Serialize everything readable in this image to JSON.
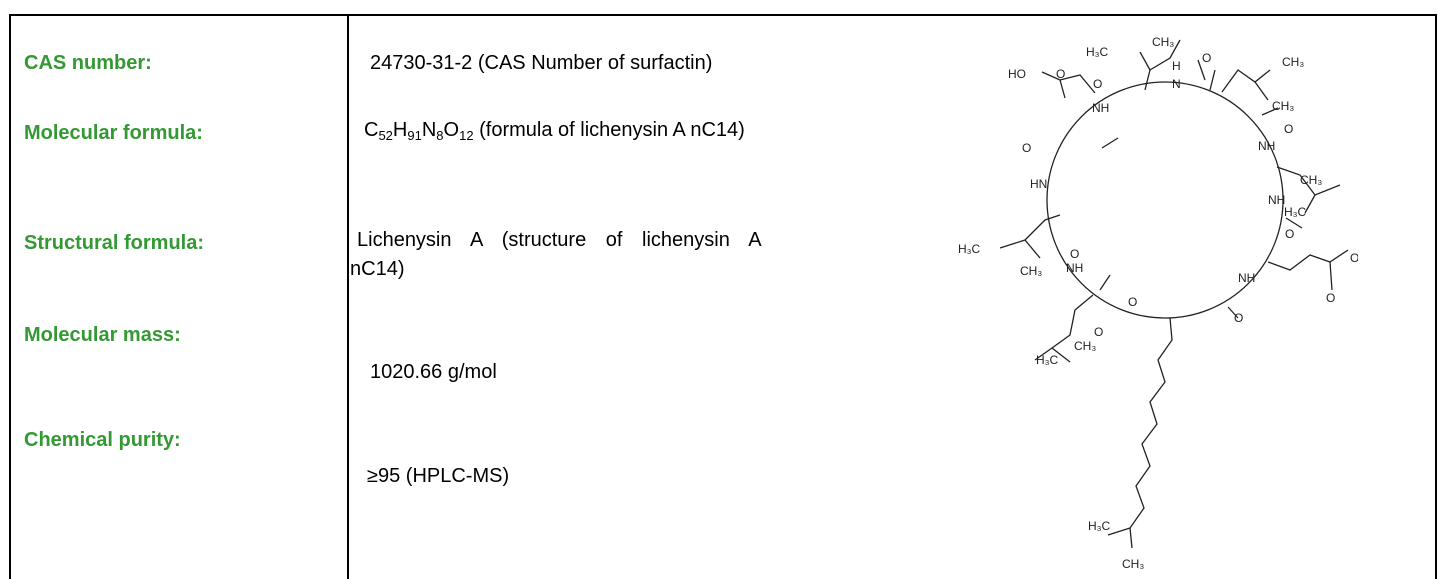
{
  "rows": {
    "cas": {
      "label": "CAS number:",
      "value": "24730-31-2 (CAS Number of surfactin)"
    },
    "formula": {
      "label": "Molecular formula:",
      "parts": [
        {
          "text": "C",
          "sub": "52"
        },
        {
          "text": "H",
          "sub": "91"
        },
        {
          "text": "N",
          "sub": "8"
        },
        {
          "text": "O",
          "sub": "12"
        }
      ],
      "tail": " (formula of lichenysin A nC14)"
    },
    "structural": {
      "label": "Structural formula:",
      "line1": "Lichenysin A (structure of lichenysin A",
      "line2": "nC14)"
    },
    "mass": {
      "label": "Molecular mass:",
      "value": "1020.66 g/mol"
    },
    "purity": {
      "label": "Chemical purity:",
      "value": "≥95 (HPLC-MS)"
    }
  },
  "structure_labels": {
    "ho": "HO",
    "oh": "OH",
    "h": "H",
    "nh": "NH",
    "hn": "HN",
    "n": "N",
    "o": "O",
    "h3c": "H₃C",
    "ch3": "CH₃"
  },
  "colors": {
    "label": "#339933",
    "text": "#000000",
    "border": "#000000"
  }
}
